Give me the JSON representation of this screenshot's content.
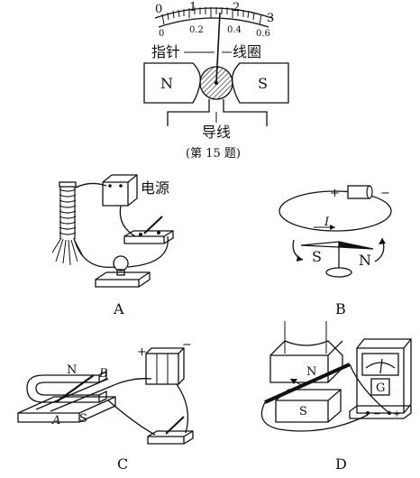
{
  "meter": {
    "scale_top": [
      "0",
      "1",
      "2",
      "3"
    ],
    "scale_bottom": [
      "0.2",
      "0.4",
      "0.6"
    ],
    "pointer_label": "指针",
    "coil_label": "线圈",
    "pole_left": "N",
    "pole_right": "S",
    "wire_label": "导线",
    "caption": "(第 15 题)"
  },
  "panel_a": {
    "power_label": "电源",
    "letter": "A"
  },
  "panel_b": {
    "plus": "+",
    "minus": "−",
    "current": "I",
    "needle_s": "S",
    "needle_n": "N",
    "letter": "B"
  },
  "panel_c": {
    "pole_n": "N",
    "pole_s": "S",
    "point_b": "B",
    "point_a": "A",
    "plus": "+",
    "minus": "−",
    "letter": "C"
  },
  "panel_d": {
    "pole_n": "N",
    "pole_s": "S",
    "meter_g": "G",
    "minus": "−",
    "plus": "+",
    "letter": "D"
  }
}
